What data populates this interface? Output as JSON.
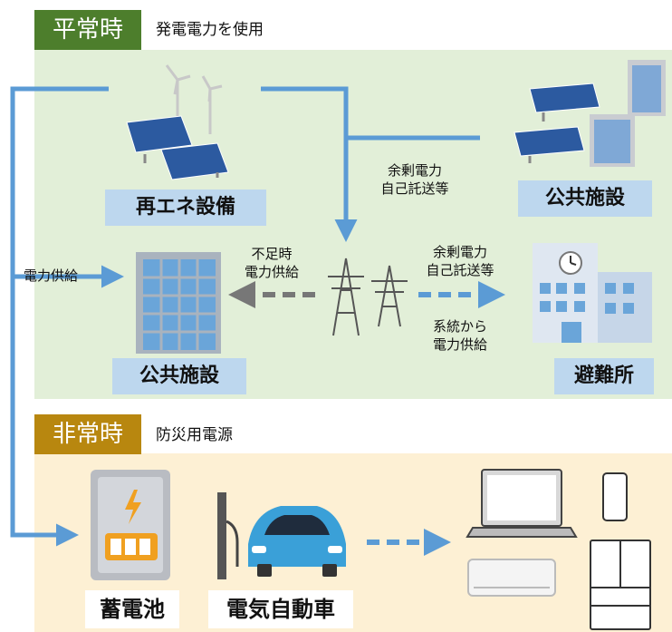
{
  "normal": {
    "header": "平常時",
    "subtitle": "発電電力を使用"
  },
  "emergency": {
    "header": "非常時",
    "subtitle": "防災用電源"
  },
  "boxes": {
    "renewable": "再エネ設備",
    "public_top": "公共施設",
    "public_main": "公共施設",
    "shelter": "避難所"
  },
  "notes": {
    "surplus_top_1": "余剰電力",
    "surplus_top_2": "自己託送等",
    "shortage_1": "不足時",
    "shortage_2": "電力供給",
    "supply_left": "電力供給",
    "surplus_right_1": "余剰電力",
    "surplus_right_2": "自己託送等",
    "grid_1": "系統から",
    "grid_2": "電力供給"
  },
  "equipment": {
    "battery": "蓄電池",
    "ev": "電気自動車"
  },
  "icons": [
    "solar-panel-icon",
    "wind-turbine-icon",
    "building-icon",
    "transmission-tower-icon",
    "school-icon",
    "battery-icon",
    "ev-charger-icon",
    "car-icon",
    "laptop-icon",
    "smartphone-icon",
    "air-conditioner-icon",
    "refrigerator-icon"
  ],
  "colors": {
    "normal_header": "#4d7e2c",
    "emergency_header": "#b8870f",
    "flow_arrow": "#5b9bd5",
    "label_bg": "#bdd7ee"
  }
}
